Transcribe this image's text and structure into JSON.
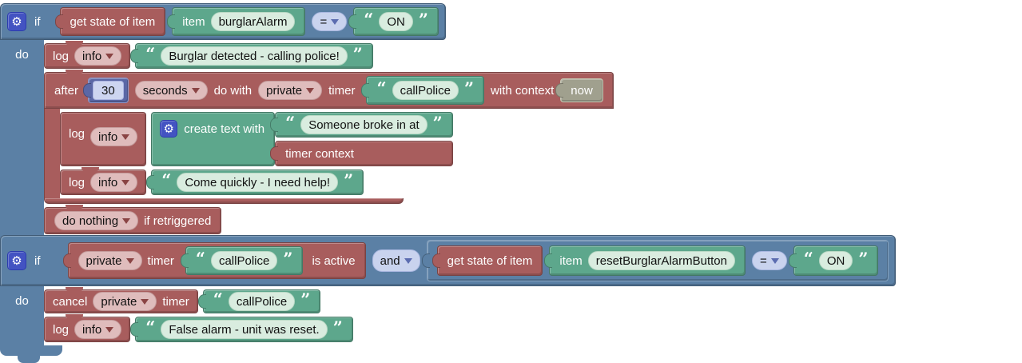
{
  "glyphs": {
    "open_quote": "“",
    "close_quote": "”"
  },
  "rule1": {
    "if_label": "if",
    "do_label": "do",
    "condition": {
      "get_state_label": "get state of item",
      "item_label": "item",
      "item_name": "burglarAlarm",
      "operator": "=",
      "value": "ON"
    },
    "log1": {
      "label": "log",
      "level": "info",
      "message": "Burglar detected - calling police!"
    },
    "timer": {
      "after_label": "after",
      "delay": "30",
      "unit": "seconds",
      "do_with_label": "do with",
      "scope": "private",
      "timer_label": "timer",
      "timer_name": "callPolice",
      "with_context_label": "with context",
      "context_value": "now"
    },
    "log2": {
      "label": "log",
      "level": "info",
      "create_text_label": "create text with",
      "part1": "Someone broke in at",
      "part2": "timer context"
    },
    "log3": {
      "label": "log",
      "level": "info",
      "message": "Come quickly - I need help!"
    },
    "retrigger": {
      "action": "do nothing",
      "suffix_label": "if retriggered"
    }
  },
  "rule2": {
    "if_label": "if",
    "do_label": "do",
    "timer_active": {
      "scope": "private",
      "timer_label": "timer",
      "timer_name": "callPolice",
      "active_label": "is active"
    },
    "logic_operator": "and",
    "comparison": {
      "get_state_label": "get state of item",
      "item_label": "item",
      "item_name": "resetBurglarAlarmButton",
      "operator": "=",
      "value": "ON"
    },
    "cancel": {
      "cancel_label": "cancel",
      "scope": "private",
      "timer_label": "timer",
      "timer_name": "callPolice"
    },
    "log": {
      "label": "log",
      "level": "info",
      "message": "False alarm - unit was reset."
    }
  }
}
